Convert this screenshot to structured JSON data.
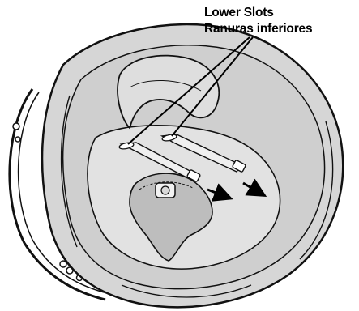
{
  "callout": {
    "label_en": "Lower Slots",
    "label_es": "Ranuras inferiores"
  },
  "colors": {
    "seat_fill": "#d6d6d6",
    "seat_shadow": "#bdbdbd",
    "outline": "#111111",
    "arrow": "#000000",
    "background": "#ffffff"
  },
  "icons": [
    "leader-line",
    "direction-arrow",
    "buckle",
    "strap"
  ]
}
